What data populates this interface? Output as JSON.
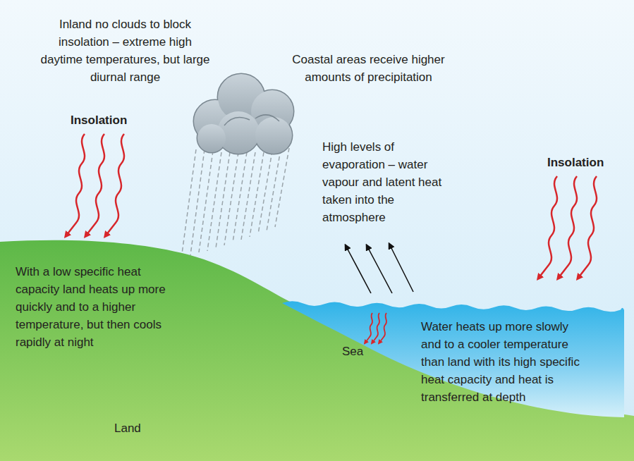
{
  "diagram": {
    "nodes": [
      {
        "text": [
          "With a low specific heat capacity land heats up more quickly and to a higher temperature, but then cools rapidly at night",
          "Land"
        ]
      },
      {
        "text": [
          "Sea",
          "Water heats up more slowly and to a cooler temperature than land with its high specific heat capacity and heat is transferred at depth"
        ]
      }
    ],
    "labels": [
      "Inland no clouds to block insolation – extreme high daytime temperatures, but large diurnal range",
      "Coastal areas receive higher amounts of precipitation",
      "Insolation",
      "High levels of evaporation – water vapour and latent heat taken into the atmosphere",
      "Insolation"
    ]
  }
}
